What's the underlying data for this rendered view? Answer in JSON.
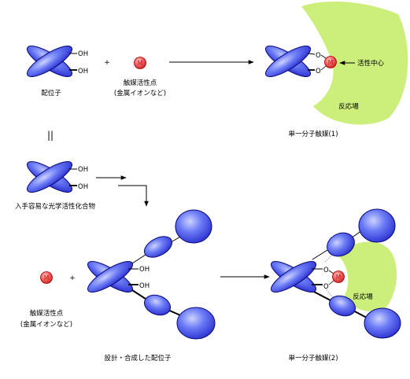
{
  "colors": {
    "ligand_fill": "#5a6cf0",
    "ligand_stroke": "#0a0a7a",
    "metal_fill": "#f06060",
    "metal_stroke": "#b00000",
    "reaction_field": "#ccee7a",
    "background": "#ffffff"
  },
  "labels": {
    "hydroxyl": "OH",
    "oxygen": "O",
    "metal": "M",
    "plus": "+",
    "equals": "||",
    "active_site_metal": "触媒活性点",
    "active_site_metal_sub": "(金属イオンなど)",
    "active_center": "活性中心",
    "ligand": "配位子",
    "reaction_field": "反応場",
    "catalyst_1": "単一分子触媒(1)",
    "available_ligand": "入手容易な光学活性化合物",
    "designed_ligand": "設計・合成した配位子",
    "catalyst_2": "単一分子触媒(2)"
  }
}
